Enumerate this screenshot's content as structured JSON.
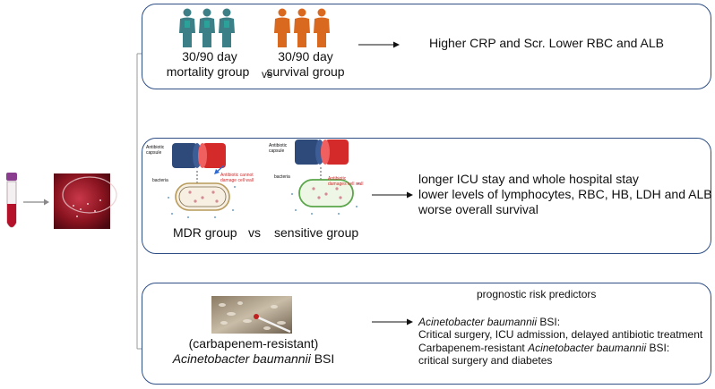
{
  "colors": {
    "panel_border": "#2f4f86",
    "mortality_figure": "#3d7f86",
    "mortality_accent": "#2aa29a",
    "survival_figure": "#d9691f",
    "capsule_blue": "#2d4a7a",
    "capsule_red": "#d42a2a",
    "bacteria_mdr": "#b89a5a",
    "bacteria_sensitive": "#5aa64a",
    "agar_red": "#8a1420",
    "annotation_red": "#d42a2a"
  },
  "left": {
    "tube_icon": "blood-culture-tube-icon",
    "plate_icon": "agar-plate-photo"
  },
  "panel1": {
    "group_a": {
      "line1": "30/90 day",
      "line2": "mortality group"
    },
    "vs": "vs",
    "group_b": {
      "line1": "30/90 day",
      "line2": "survival group"
    },
    "result": "Higher CRP and Scr. Lower RBC and ALB"
  },
  "panel2": {
    "left_capsule_label": "Antibiotic capsule",
    "left_bacteria_label": "bacteria",
    "left_red_note": "Antibiotic cannot damage cell wall",
    "right_capsule_label": "Antibiotic capsule",
    "right_bacteria_label": "bacteria",
    "right_red_note": "Antibiotic damages cell wall",
    "group_a": "MDR group",
    "vs": "vs",
    "group_b": "sensitive group",
    "results": [
      "longer ICU stay and whole hospital stay",
      "lower levels of lymphocytes, RBC, HB, LDH and ALB",
      "worse overall survival"
    ]
  },
  "panel3": {
    "header": "prognostic risk predictors",
    "image_icon": "bacteria-culture-photo",
    "label_line1": "(carbapenem-resistant)",
    "label_line2_italic": "Acinetobacter baumannii",
    "label_line2_rest": " BSI",
    "p1_title_italic": "Acinetobacter baumannii",
    "p1_title_rest": " BSI:",
    "p1_detail": "Critical surgery, ICU admission, delayed antibiotic treatment",
    "p2_title_prefix": "Carbapenem-resistant ",
    "p2_title_italic": "Acinetobacter baumannii",
    "p2_title_rest": " BSI:",
    "p2_detail": "critical surgery and diabetes"
  }
}
